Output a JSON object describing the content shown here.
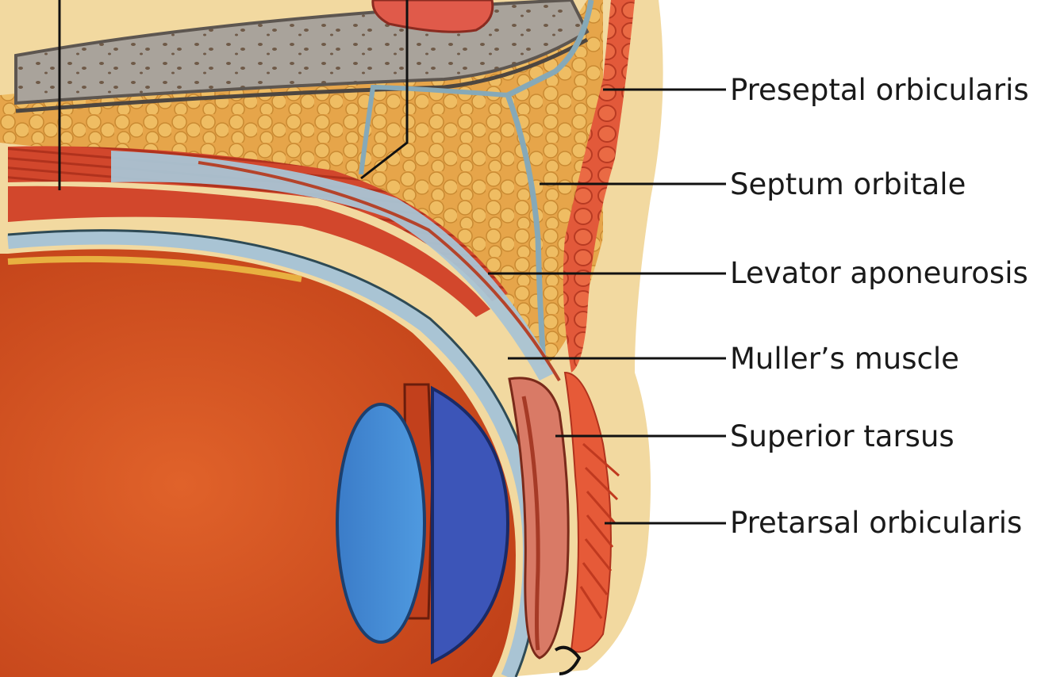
{
  "figure": {
    "labels": [
      {
        "id": "preseptal-orbicularis",
        "text": "Preseptal orbicularis"
      },
      {
        "id": "septum-orbitale",
        "text": "Septum orbitale"
      },
      {
        "id": "levator-aponeurosis",
        "text": "Levator aponeurosis"
      },
      {
        "id": "mullers-muscle",
        "text": "Muller’s muscle"
      },
      {
        "id": "superior-tarsus",
        "text": "Superior tarsus"
      },
      {
        "id": "pretarsal-orbicularis",
        "text": "Pretarsal orbicularis"
      }
    ],
    "colors": {
      "background": "#ffffff",
      "skin": "#f2d9a0",
      "fat": "#e8a94a",
      "bone": "#a8a29a",
      "muscle": "#d9472c",
      "eyeball": "#cf4a20",
      "sclera": "#a9c4d4",
      "lens": "#3f86d0",
      "iris": "#3c55b8",
      "leader": "#111111",
      "text": "#1a1a1a"
    }
  }
}
